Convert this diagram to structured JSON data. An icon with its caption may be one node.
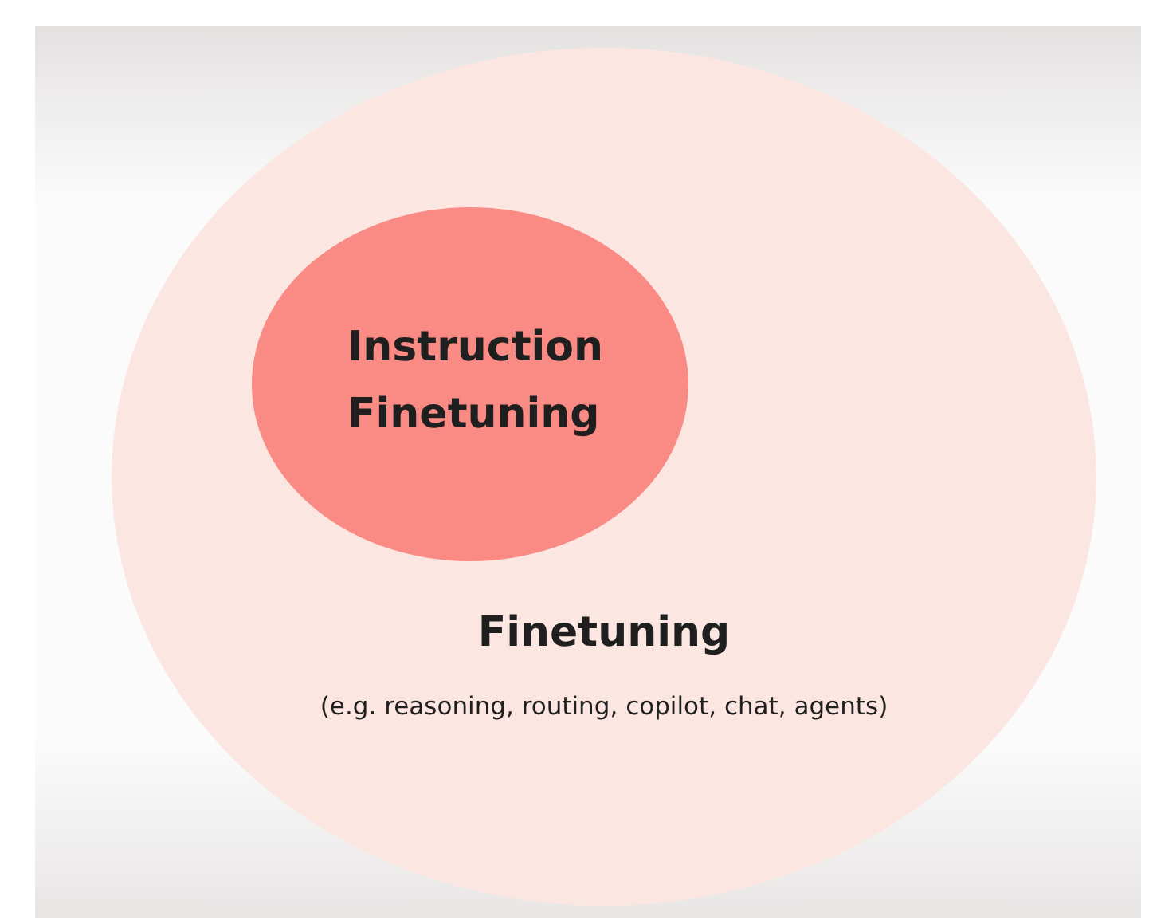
{
  "diagram": {
    "nodes": [
      {
        "text": [
          "Finetuning",
          "(e.g. reasoning, routing, copilot, chat, agents)"
        ]
      },
      {
        "text": [
          "Instruction Finetuning"
        ],
        "in": 0
      }
    ]
  }
}
